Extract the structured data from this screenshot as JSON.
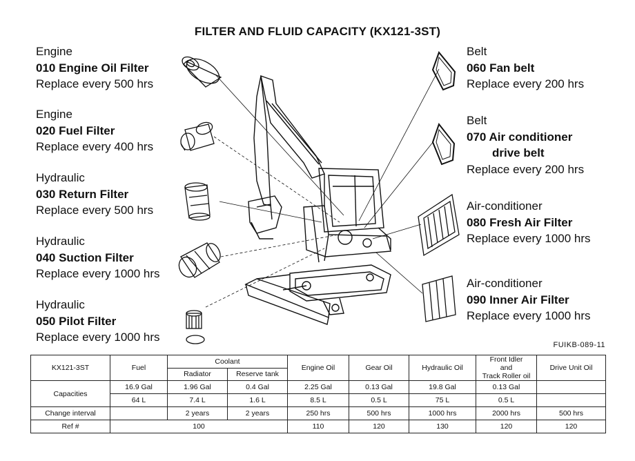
{
  "title": "FILTER AND FLUID CAPACITY (KX121-3ST)",
  "left_items": [
    {
      "category": "Engine",
      "name": "010 Engine Oil Filter",
      "interval": "Replace every 500 hrs"
    },
    {
      "category": "Engine",
      "name": "020 Fuel Filter",
      "interval": "Replace every 400 hrs"
    },
    {
      "category": "Hydraulic",
      "name": "030 Return Filter",
      "interval": "Replace every 500 hrs"
    },
    {
      "category": "Hydraulic",
      "name": "040 Suction Filter",
      "interval": "Replace every 1000 hrs"
    },
    {
      "category": "Hydraulic",
      "name": "050 Pilot Filter",
      "interval": "Replace every 1000 hrs"
    }
  ],
  "right_items": [
    {
      "category": "Belt",
      "name": "060 Fan belt",
      "interval": "Replace every 200 hrs"
    },
    {
      "category": "Belt",
      "name": "070 Air conditioner",
      "name2": "drive belt",
      "interval": "Replace every 200 hrs"
    },
    {
      "category": "Air-conditioner",
      "name": "080 Fresh Air Filter",
      "interval": "Replace every 1000 hrs"
    },
    {
      "category": "Air-conditioner",
      "name": "090 Inner Air Filter",
      "interval": "Replace every 1000 hrs"
    }
  ],
  "figure_code": "FUIKB-089-11",
  "table": {
    "model": "KX121-3ST",
    "fuel": "Fuel",
    "coolant": "Coolant",
    "radiator": "Radiator",
    "reserve_tank": "Reserve tank",
    "engine_oil": "Engine Oil",
    "gear_oil": "Gear Oil",
    "hydraulic_oil": "Hydraulic Oil",
    "front_idler_1": "Front Idler",
    "front_idler_2": "and",
    "front_idler_3": "Track Roller oil",
    "drive_unit_oil": "Drive Unit Oil",
    "capacities": "Capacities",
    "gal": [
      "16.9 Gal",
      "1.96 Gal",
      "0.4 Gal",
      "2.25 Gal",
      "0.13 Gal",
      "19.8 Gal",
      "0.13 Gal",
      ""
    ],
    "liter": [
      "64 L",
      "7.4 L",
      "1.6 L",
      "8.5 L",
      "0.5 L",
      "75 L",
      "0.5 L",
      ""
    ],
    "change_interval": "Change interval",
    "intervals": [
      "",
      "2 years",
      "2 years",
      "250 hrs",
      "500 hrs",
      "1000 hrs",
      "2000 hrs",
      "500 hrs"
    ],
    "ref_label": "Ref #",
    "refs": [
      "100",
      "110",
      "120",
      "130",
      "120",
      "120"
    ]
  }
}
